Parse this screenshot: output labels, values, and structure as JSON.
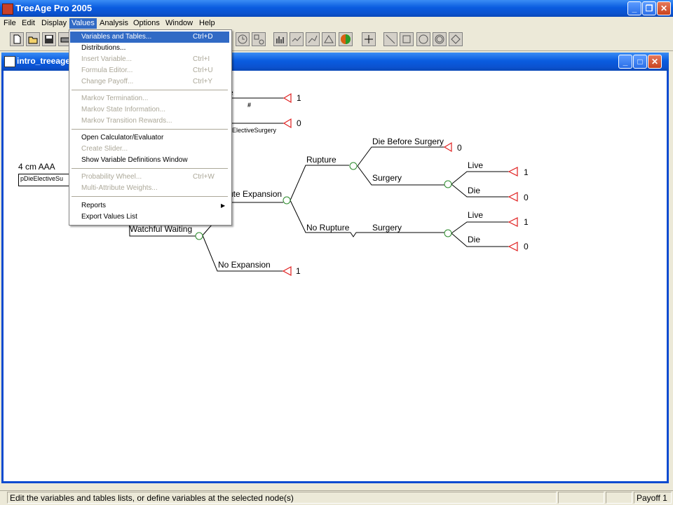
{
  "app": {
    "title": "TreeAge Pro 2005"
  },
  "menubar": [
    "File",
    "Edit",
    "Display",
    "Values",
    "Analysis",
    "Options",
    "Window",
    "Help"
  ],
  "document": {
    "title": "intro_treeage"
  },
  "values_menu": {
    "items": [
      {
        "label": "Variables and Tables...",
        "shortcut": "Ctrl+D",
        "enabled": true,
        "highlighted": true
      },
      {
        "label": "Distributions...",
        "shortcut": "",
        "enabled": true
      },
      {
        "label": "Insert Variable...",
        "shortcut": "Ctrl+I",
        "enabled": false
      },
      {
        "label": "Formula Editor...",
        "shortcut": "Ctrl+U",
        "enabled": false
      },
      {
        "label": "Change Payoff...",
        "shortcut": "Ctrl+Y",
        "enabled": false
      },
      {
        "label": "Markov Termination...",
        "shortcut": "",
        "enabled": false
      },
      {
        "label": "Markov State Information...",
        "shortcut": "",
        "enabled": false
      },
      {
        "label": "Markov Transition Rewards...",
        "shortcut": "",
        "enabled": false
      },
      {
        "label": "Open Calculator/Evaluator",
        "shortcut": "",
        "enabled": true
      },
      {
        "label": "Create Slider...",
        "shortcut": "",
        "enabled": false
      },
      {
        "label": "Show Variable Definitions Window",
        "shortcut": "",
        "enabled": true
      },
      {
        "label": "Probability Wheel...",
        "shortcut": "Ctrl+W",
        "enabled": false
      },
      {
        "label": "Multi-Attribute Weights...",
        "shortcut": "",
        "enabled": false
      },
      {
        "label": "Reports",
        "shortcut": "",
        "enabled": true,
        "submenu": true
      },
      {
        "label": "Export Values List",
        "shortcut": "",
        "enabled": true
      }
    ]
  },
  "tree": {
    "root_label": "4 cm AAA",
    "root_var": "pDieElectiveSu",
    "labels": {
      "top_partial": "e",
      "hash": "#",
      "elective_var": "eElectiveSurgery",
      "acute_expansion": "ute Expansion",
      "watchful_waiting": "Watchful Waiting",
      "no_expansion": "No Expansion",
      "rupture": "Rupture",
      "no_rupture": "No Rupture",
      "die_before_surgery": "Die Before Surgery",
      "surgery_1": "Surgery",
      "surgery_2": "Surgery",
      "live_1": "Live",
      "die_1": "Die",
      "live_2": "Live",
      "die_2": "Die"
    },
    "payoffs": {
      "p_top1": "1",
      "p_top2": "0",
      "p_die_before": "0",
      "p_live1": "1",
      "p_die1": "0",
      "p_live2": "1",
      "p_die2": "0",
      "p_no_expansion": "1"
    }
  },
  "status": {
    "message": "Edit the variables and tables lists, or define variables at the selected node(s)",
    "payoff": "Payoff 1"
  }
}
